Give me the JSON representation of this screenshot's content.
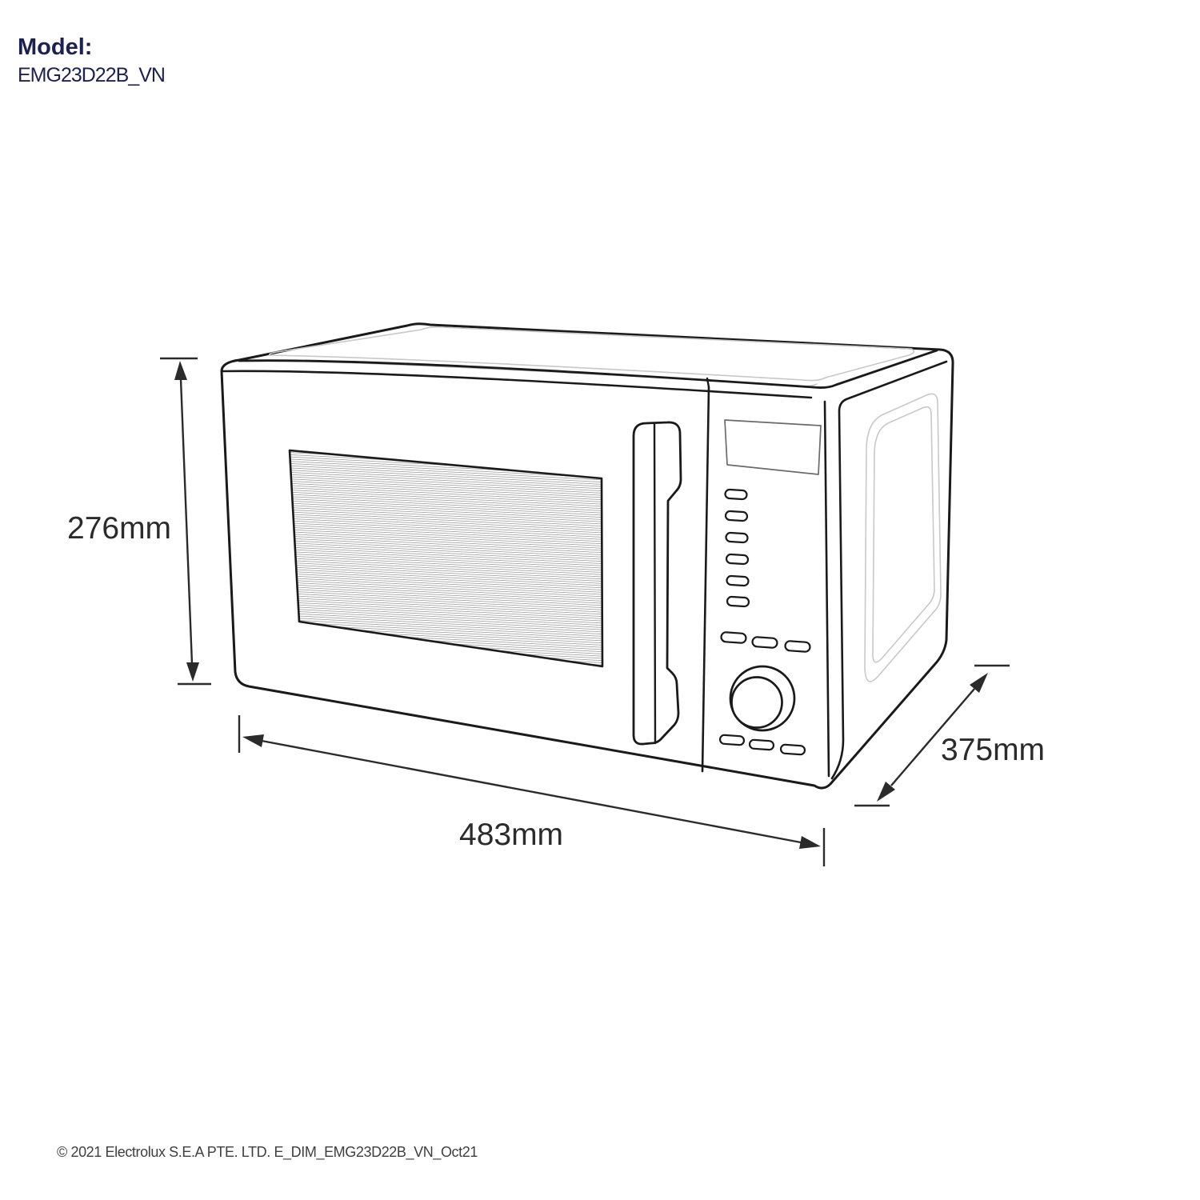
{
  "page": {
    "background_color": "#ffffff"
  },
  "header": {
    "model_label": "Model:",
    "model_value": "EMG23D22B_VN",
    "text_color": "#1d2152"
  },
  "drawing": {
    "subject": "microwave-oven-isometric-line-drawing",
    "outline_color": "#1a1a1a",
    "detail_color": "#c8c8c8",
    "hatch_color": "#9c9c9c",
    "features": [
      "door-window",
      "door-handle",
      "control-panel-display",
      "button-column",
      "button-rows",
      "rotary-knob",
      "side-panel-inset",
      "top-panel-inset"
    ]
  },
  "dimensions": {
    "height": {
      "label": "276mm"
    },
    "width": {
      "label": "483mm"
    },
    "depth": {
      "label": "375mm"
    }
  },
  "footer": {
    "copyright": "© 2021 Electrolux S.E.A PTE. LTD. E_DIM_EMG23D22B_VN_Oct21"
  }
}
